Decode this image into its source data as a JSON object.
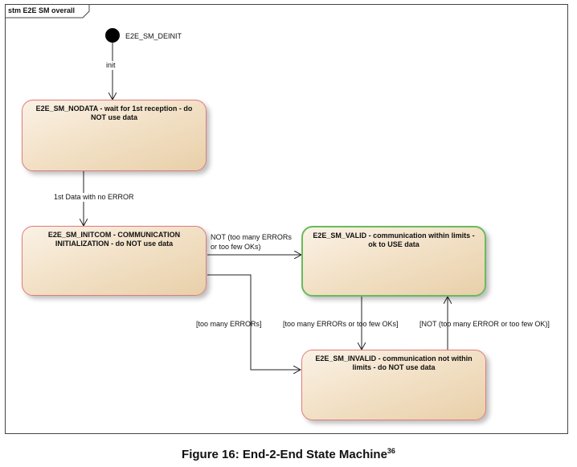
{
  "frame": {
    "title": "stm E2E SM overall"
  },
  "initial_state": {
    "label": "E2E_SM_DEINIT"
  },
  "states": {
    "nodata": "E2E_SM_NODATA - wait for 1st reception - do NOT use data",
    "initcom": "E2E_SM_INITCOM - COMMUNICATION INITIALIZATION - do NOT use data",
    "valid": "E2E_SM_VALID - communication within limits - ok to USE data",
    "invalid": "E2E_SM_INVALID - communication not within limits - do NOT use data"
  },
  "transitions": {
    "init": "init",
    "first_data": "1st Data with no ERROR",
    "initcom_to_valid_1": "NOT (too many ERRORs",
    "initcom_to_valid_2": "or too few OKs)",
    "initcom_to_invalid": "[too many ERRORs]",
    "valid_to_invalid": "[too many ERRORs  or too few OKs]",
    "invalid_to_valid": "[NOT (too many ERROR or too few OK)]"
  },
  "caption": {
    "text": "Figure 16: End-2-End State Machine",
    "footnote": "36"
  },
  "colors": {
    "state_border_red": "#e07b7b",
    "state_border_green": "#6aba5c",
    "state_fill": "#f3e2c8"
  }
}
